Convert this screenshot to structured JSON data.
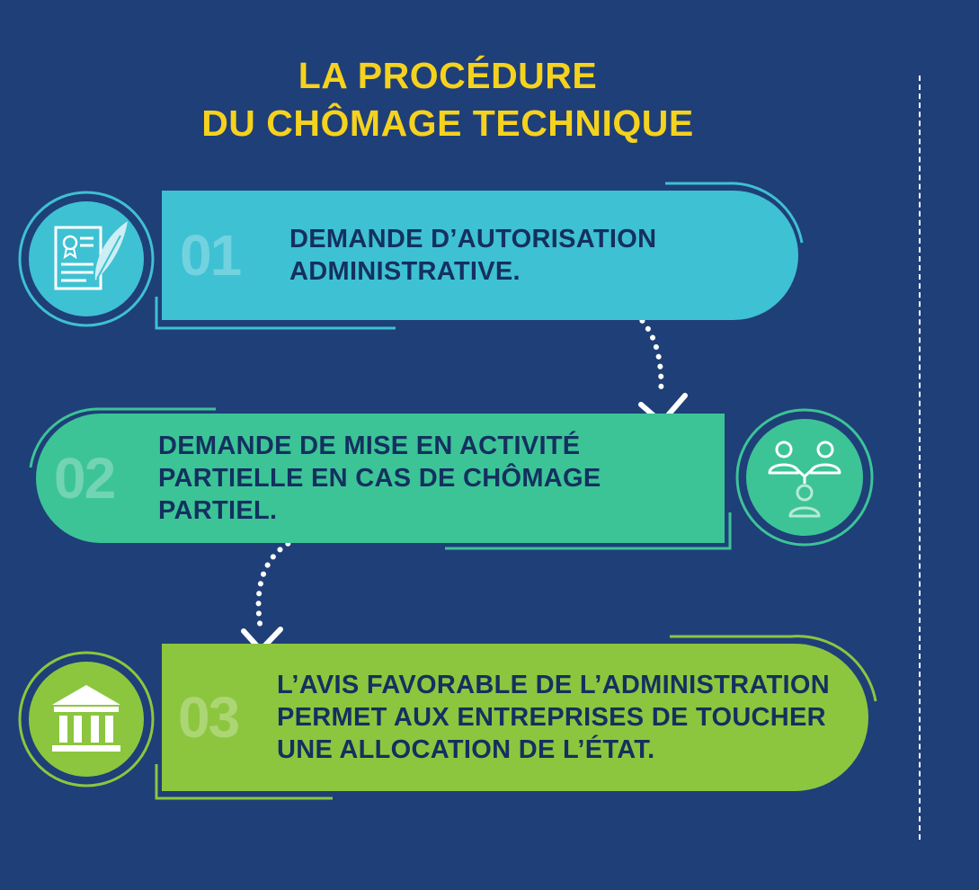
{
  "title": {
    "line1": "LA PROCÉDURE",
    "line2": "DU CHÔMAGE TECHNIQUE"
  },
  "steps": [
    {
      "number": "01",
      "lines": [
        "DEMANDE D’AUTORISATION",
        "ADMINISTRATIVE."
      ],
      "color": "#3ec1d3",
      "icon": "certificate-quill-icon"
    },
    {
      "number": "02",
      "lines": [
        "DEMANDE DE MISE EN ACTIVITÉ",
        "PARTIELLE EN CAS DE CHÔMAGE PARTIEL."
      ],
      "color": "#3cc497",
      "icon": "people-network-icon"
    },
    {
      "number": "03",
      "lines": [
        "L’AVIS FAVORABLE DE L’ADMINISTRATION",
        "PERMET AUX ENTREPRISES DE TOUCHER",
        "UNE ALLOCATION DE L’ÉTAT."
      ],
      "color": "#8cc63f",
      "icon": "government-building-icon"
    }
  ],
  "colors": {
    "background": "#1f3f78",
    "title": "#f5d21e",
    "text": "#14305f"
  }
}
